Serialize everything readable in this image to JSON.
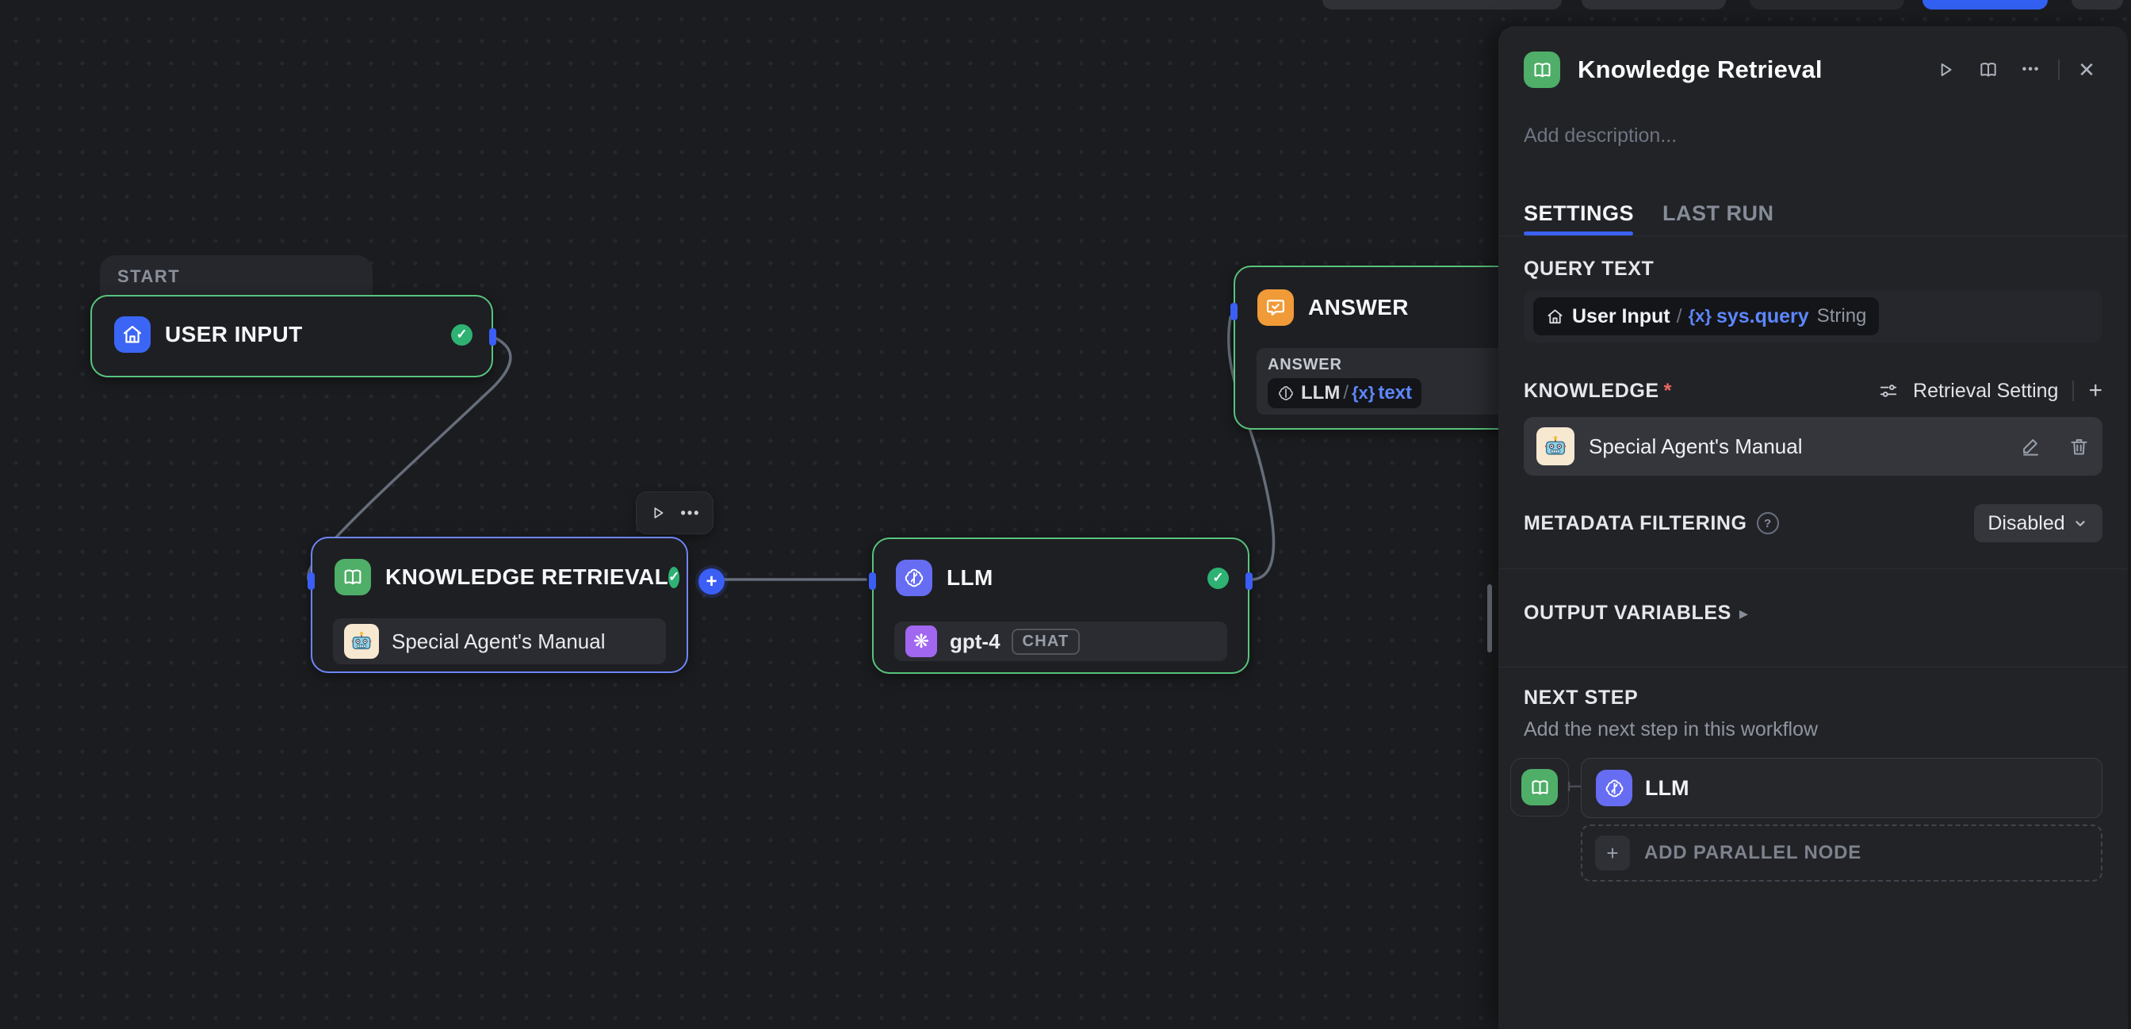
{
  "glyphs": {
    "check": "✓",
    "plus": "+",
    "dots": "•••",
    "close": "✕",
    "openai": "❋",
    "question": "?",
    "caret": "▸",
    "var": "{x}"
  },
  "canvas": {
    "start_group_label": "START",
    "nodes": {
      "user_input": {
        "title": "USER INPUT"
      },
      "knowledge_retrieval": {
        "title": "KNOWLEDGE RETRIEVAL",
        "knowledge_item": "Special Agent's Manual"
      },
      "llm": {
        "title": "LLM",
        "model": "gpt-4",
        "mode_badge": "CHAT"
      },
      "answer": {
        "title": "ANSWER",
        "output_section_label": "ANSWER",
        "ref_node": "LLM",
        "ref_separator": "/",
        "ref_var": "text"
      }
    }
  },
  "panel": {
    "title": "Knowledge Retrieval",
    "description_placeholder": "Add description...",
    "tabs": {
      "settings": "SETTINGS",
      "last_run": "LAST RUN"
    },
    "query": {
      "section_label": "QUERY TEXT",
      "ref_node": "User Input",
      "separator": "/",
      "var_name": "sys.query",
      "var_type": "String"
    },
    "knowledge": {
      "section_label": "KNOWLEDGE",
      "required_mark": "*",
      "retrieval_setting_label": "Retrieval Setting",
      "item_name": "Special Agent's Manual"
    },
    "metadata": {
      "section_label": "METADATA FILTERING",
      "value": "Disabled"
    },
    "output": {
      "section_label": "OUTPUT VARIABLES"
    },
    "next_step": {
      "section_label": "NEXT STEP",
      "hint": "Add the next step in this workflow",
      "node_title": "LLM",
      "add_parallel_label": "ADD PARALLEL NODE"
    }
  }
}
